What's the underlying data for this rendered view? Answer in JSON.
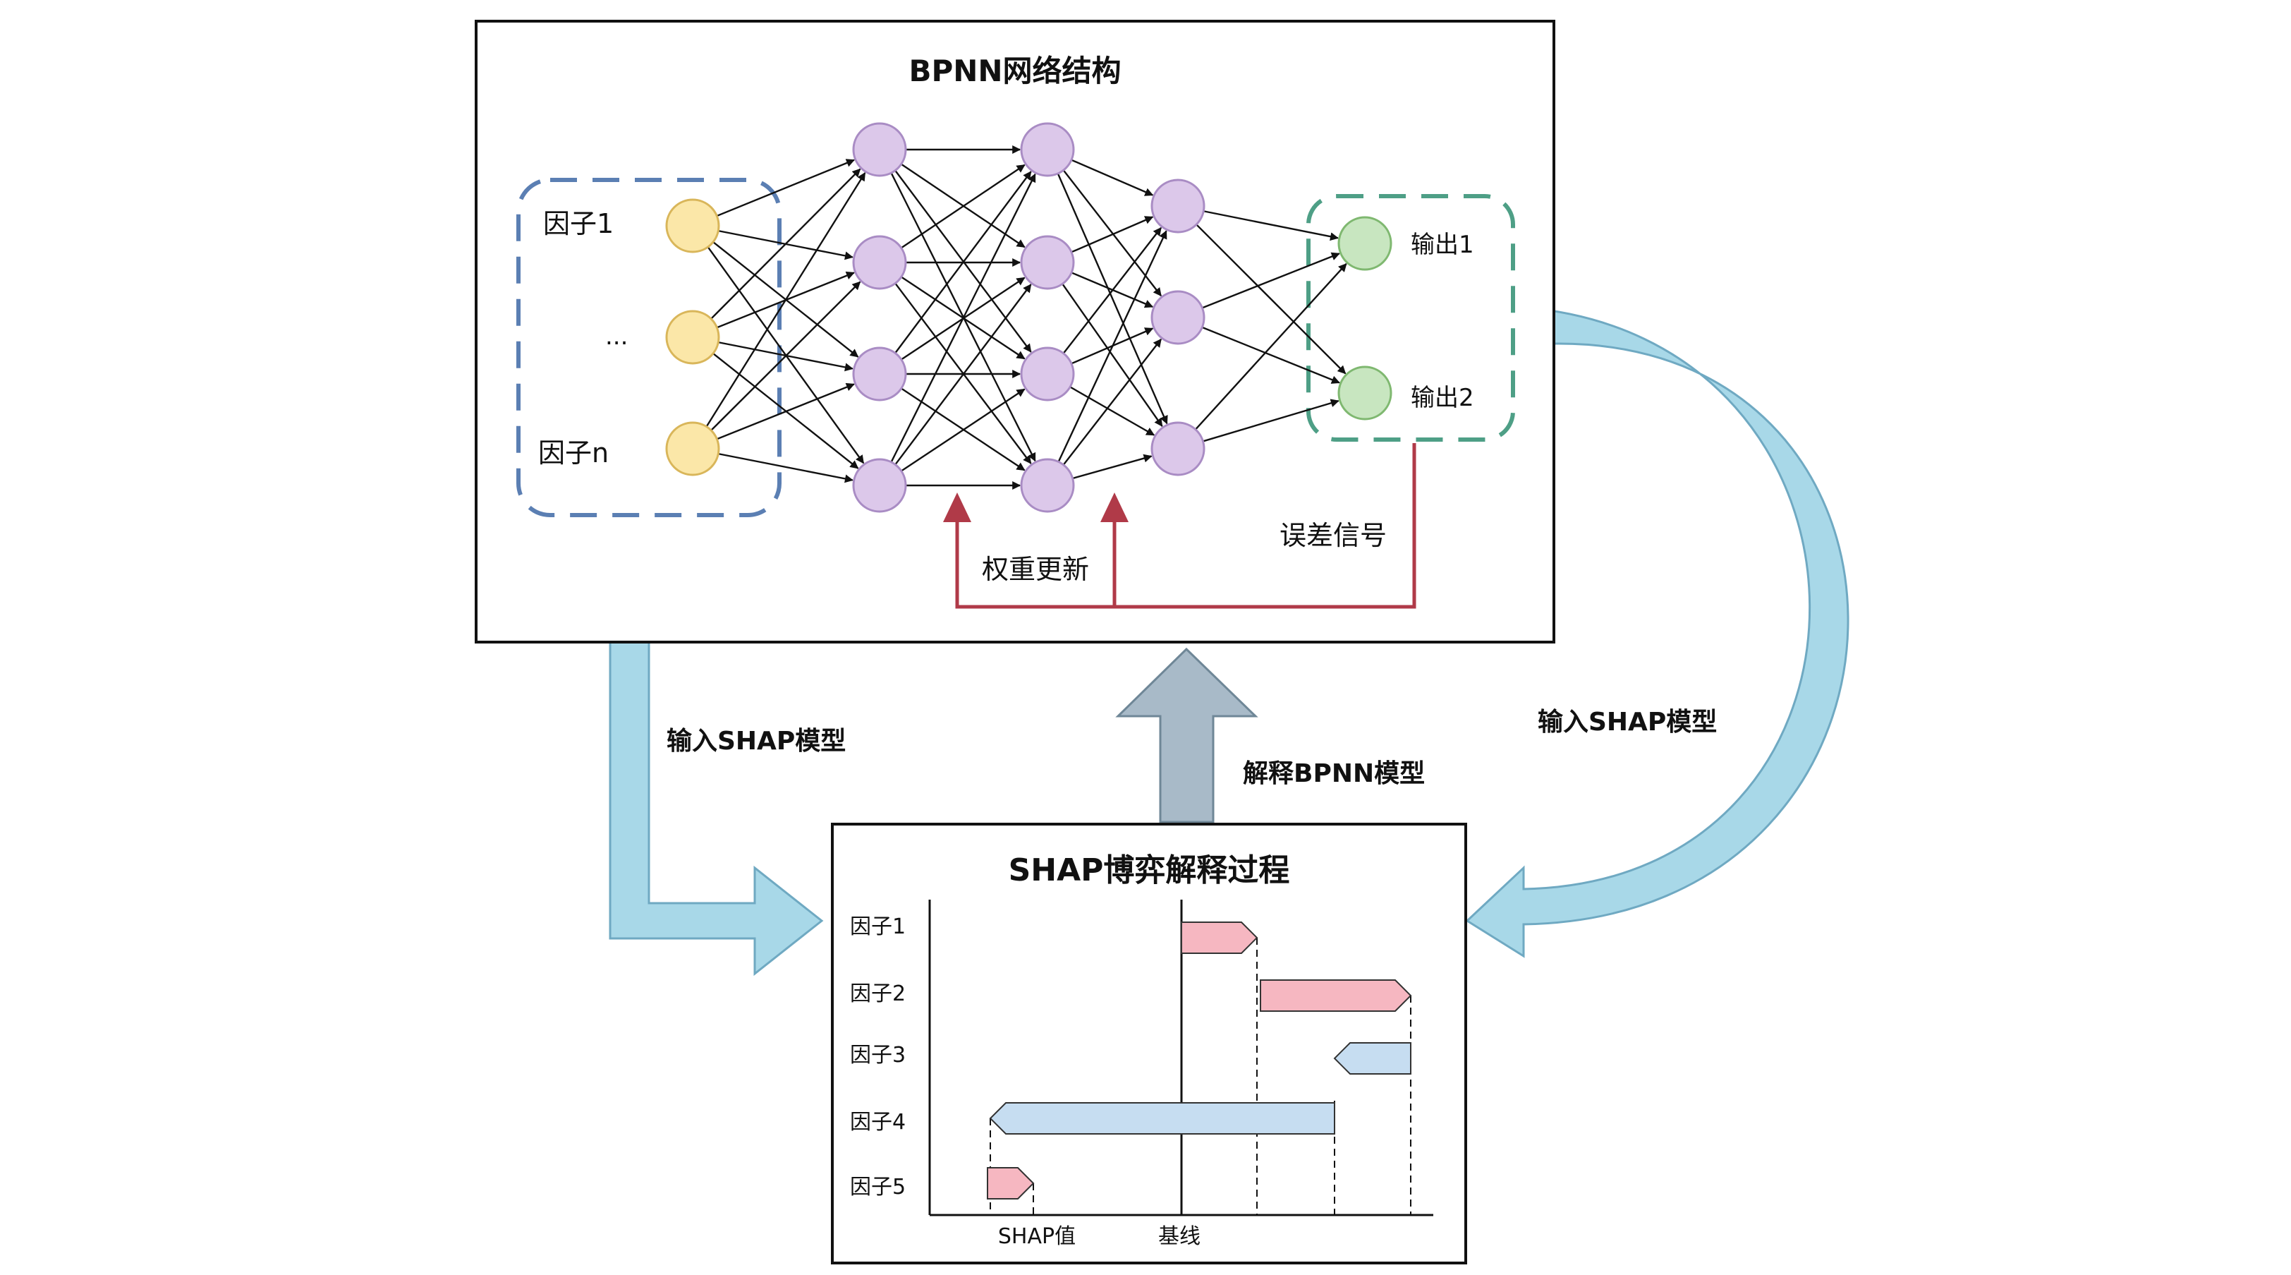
{
  "bpnn": {
    "title": "BPNN网络结构",
    "inputs": [
      "因子1",
      "...",
      "因子n"
    ],
    "outputs": [
      "输出1",
      "输出2"
    ],
    "weight_update_label": "权重更新",
    "error_signal_label": "误差信号"
  },
  "arrows": {
    "left_label": "输入SHAP模型",
    "right_label": "输入SHAP模型",
    "up_label": "解释BPNN模型"
  },
  "shap": {
    "title": "SHAP博弈解释过程",
    "factors": [
      "因子1",
      "因子2",
      "因子3",
      "因子4",
      "因子5"
    ],
    "shap_value_label": "SHAP值",
    "baseline_label": "基线"
  },
  "colors": {
    "input_node": "#fbe7a8",
    "hidden_node": "#dcc8ea",
    "output_node": "#c8e6c0",
    "input_group": "#5b7fb3",
    "output_group": "#4e9f86",
    "feedback": "#b03a48",
    "flow_arrow": "#a8d8e8",
    "up_arrow": "#a8bac8",
    "positive_bar": "#f6b7c1",
    "negative_bar": "#c6ddf1"
  }
}
